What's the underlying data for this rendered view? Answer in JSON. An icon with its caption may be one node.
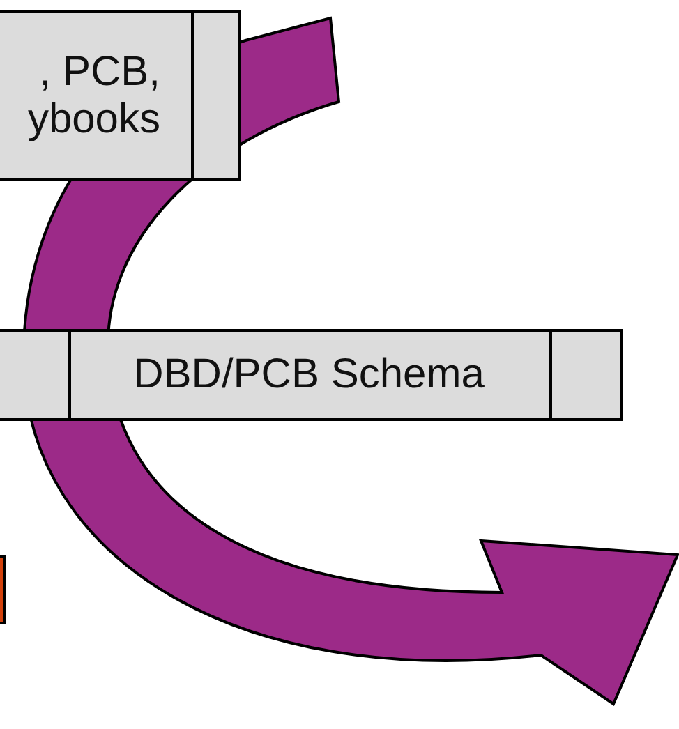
{
  "diagram": {
    "nodes": [
      {
        "text": [
          ", PCB, ybooks"
        ]
      },
      {
        "text": [
          "DBD/PCB Schema"
        ]
      },
      {
        "text": [],
        "shape": "box"
      }
    ],
    "edges": [
      {
        "from": 0,
        "to": 1,
        "arrow": "to"
      }
    ]
  }
}
